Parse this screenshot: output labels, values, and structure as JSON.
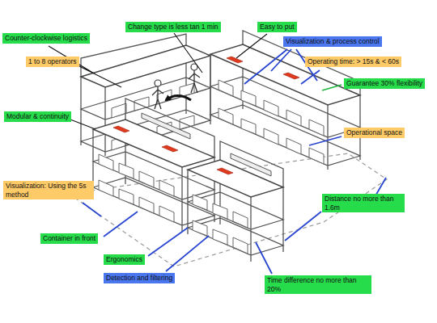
{
  "diagram": {
    "nodes": [
      {
        "text": [
          "Change type is less tan 1 min"
        ]
      },
      {
        "text": [
          "Easy to put"
        ]
      },
      {
        "text": [
          "Counter-clockwise logistics"
        ]
      },
      {
        "text": [
          "Visualization & process control"
        ]
      },
      {
        "text": [
          "1 to 8 operators"
        ]
      },
      {
        "text": [
          "Operating time: > 15s & < 60s"
        ]
      },
      {
        "text": [
          "Guarantee 30% flexibility"
        ]
      },
      {
        "text": [
          "Modular & continuity"
        ]
      },
      {
        "text": [
          "Operational space"
        ]
      },
      {
        "text": [
          "Visualization: Using the 5s method"
        ]
      },
      {
        "text": [
          "Distance no more than 1.6m"
        ]
      },
      {
        "text": [
          "Container in front"
        ]
      },
      {
        "text": [
          "Ergonomics"
        ]
      },
      {
        "text": [
          "Detection and filtering"
        ]
      },
      {
        "text": [
          "Time difference no more than 20%"
        ]
      }
    ]
  }
}
